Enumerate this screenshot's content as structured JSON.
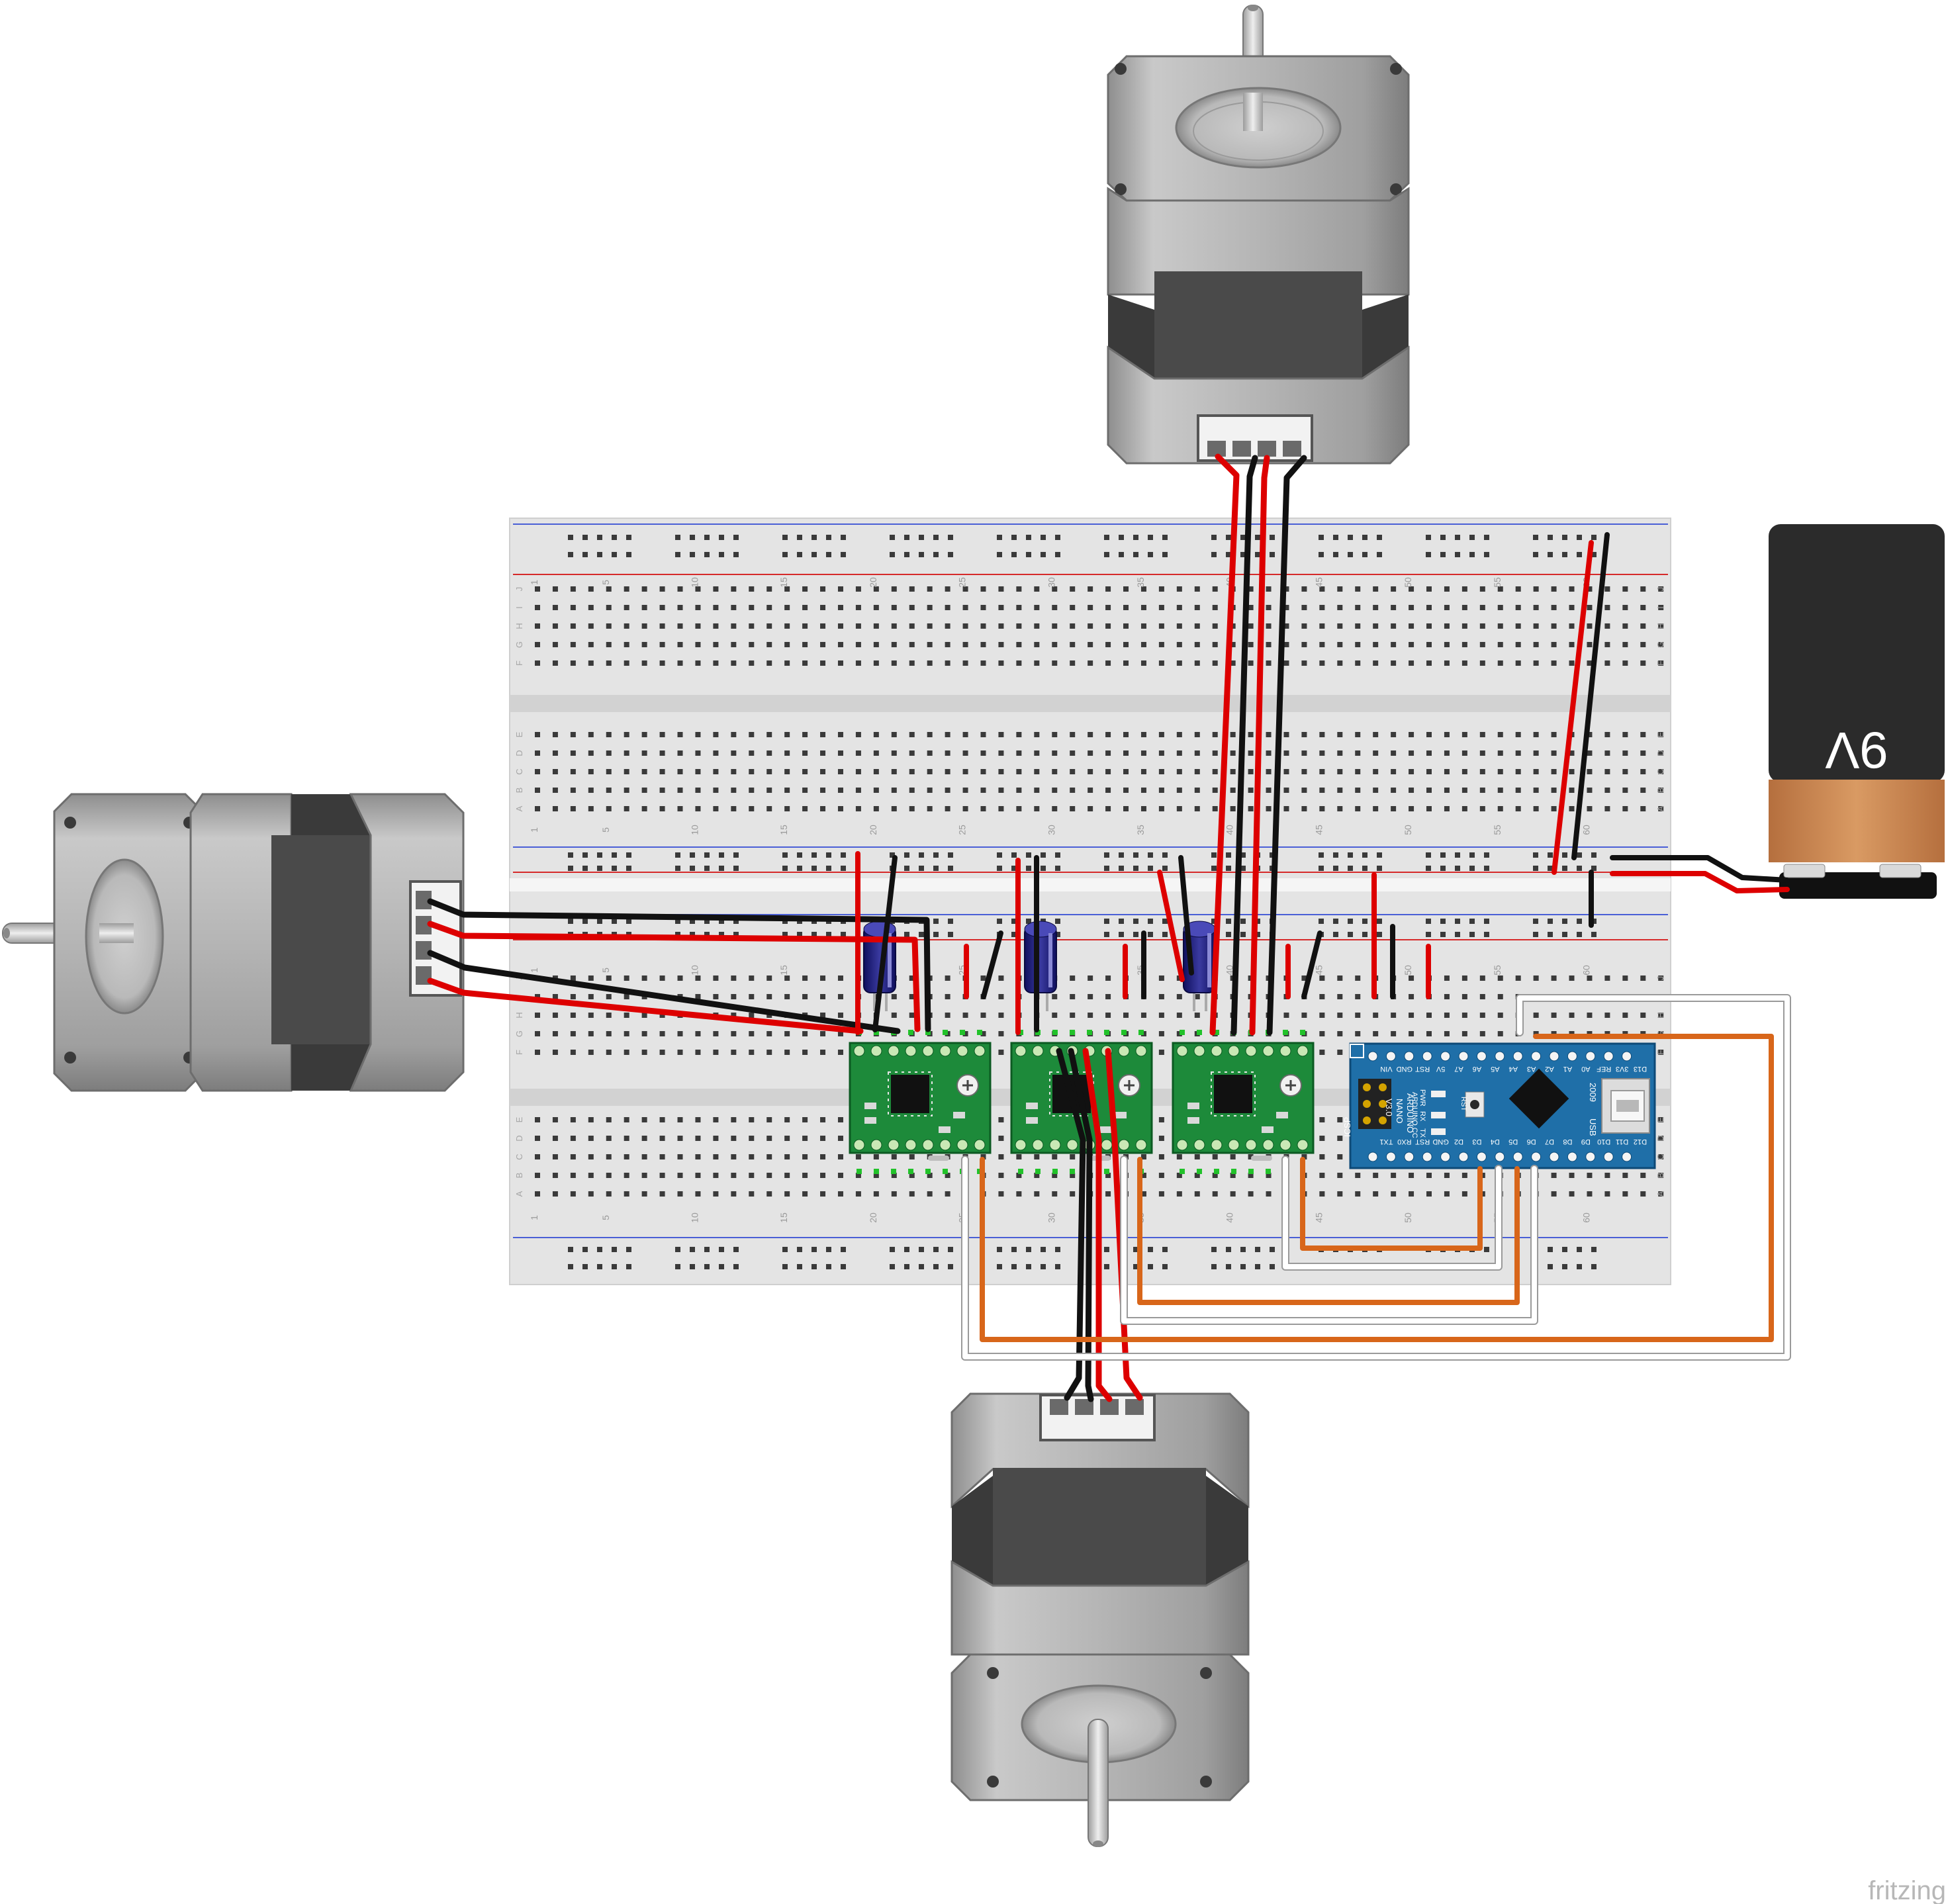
{
  "battery": {
    "label": "9V"
  },
  "breadboard": {
    "column_numbers": [
      "1",
      "5",
      "10",
      "15",
      "20",
      "25",
      "30",
      "35",
      "40",
      "45",
      "50",
      "55",
      "60"
    ],
    "row_letters_top": [
      "J",
      "I",
      "H",
      "G",
      "F"
    ],
    "row_letters_bottom": [
      "E",
      "D",
      "C",
      "B",
      "A"
    ]
  },
  "arduino": {
    "top_pins": [
      "D13",
      "3V3",
      "REF",
      "A0",
      "A1",
      "A2",
      "A3",
      "A4",
      "A5",
      "A6",
      "A7",
      "5V",
      "RST",
      "GND",
      "VIN"
    ],
    "bottom_pins": [
      "D12",
      "D11",
      "D10",
      "D9",
      "D8",
      "D7",
      "D6",
      "D5",
      "D4",
      "D3",
      "D2",
      "GND",
      "RST",
      "RX0",
      "TX1"
    ],
    "name_lines": [
      "ARDUINO",
      "NANO",
      "V3.0"
    ],
    "brand": "ARDUINO.CC",
    "year": "2009",
    "usb_label": "USB",
    "icsp_label": "ICSP",
    "rst_label": "RST",
    "led_labels": [
      "PWR",
      "RX",
      "TX"
    ]
  },
  "watermark": {
    "text": "fritzing"
  },
  "colors": {
    "wire_red": "#dd0000",
    "wire_black": "#111111",
    "wire_orange": "#d8661a",
    "wire_white": "#ffffff",
    "driver_pcb": "#1d8a3a",
    "arduino_pcb": "#1f6fa8",
    "battery_body": "#2b2b2b",
    "battery_cap": "#cf8a52",
    "motor_metal": "#a9a9a9",
    "motor_core": "#4a4a4a"
  }
}
